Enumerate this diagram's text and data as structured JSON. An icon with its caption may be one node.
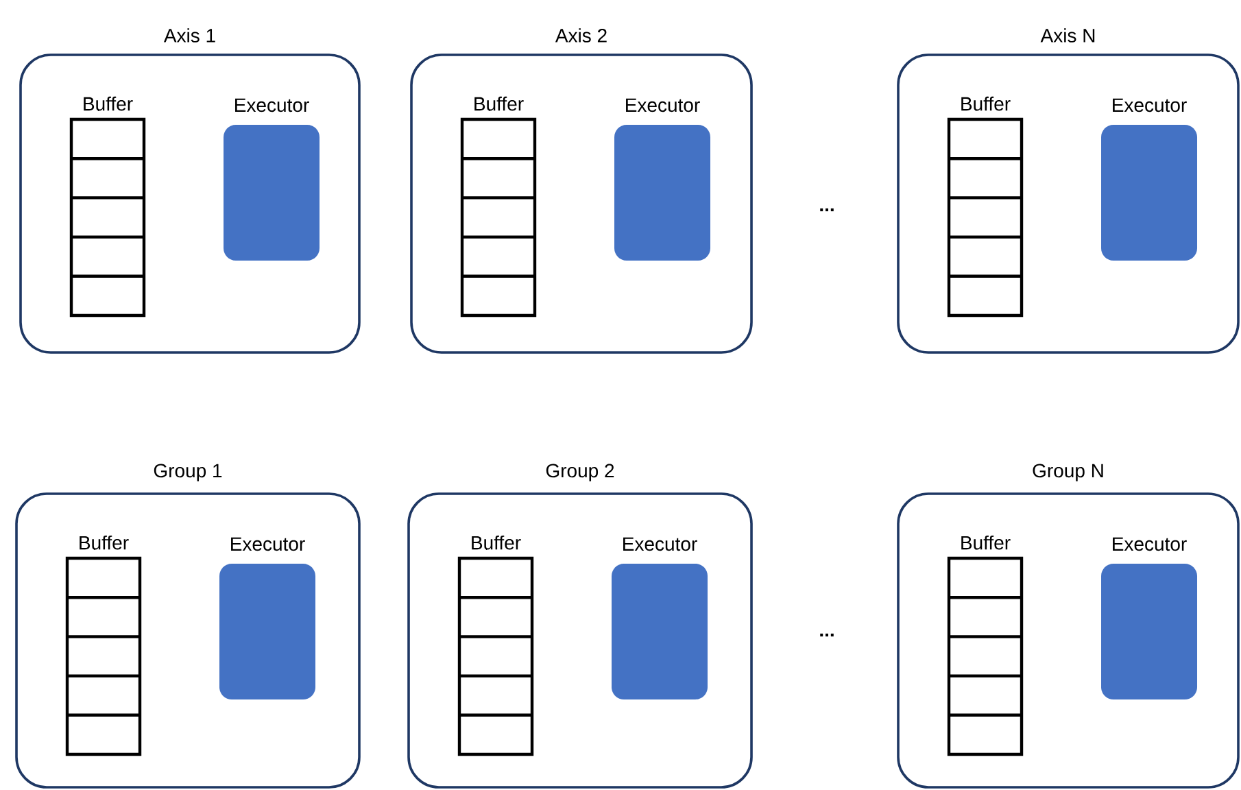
{
  "diagram": {
    "nodes": [
      {
        "text": [
          "Axis 1"
        ]
      },
      {
        "text": [
          "Buffer"
        ],
        "in": 0
      },
      {
        "text": [
          "Executor"
        ],
        "in": 0
      },
      {
        "text": [
          "Axis 2"
        ]
      },
      {
        "text": [
          "Buffer"
        ],
        "in": 3
      },
      {
        "text": [
          "Executor"
        ],
        "in": 3
      },
      {
        "text": [
          "Axis N"
        ]
      },
      {
        "text": [
          "Buffer"
        ],
        "in": 6
      },
      {
        "text": [
          "Executor"
        ],
        "in": 6
      },
      {
        "text": [
          "Group 1"
        ]
      },
      {
        "text": [
          "Buffer"
        ],
        "in": 9
      },
      {
        "text": [
          "Executor"
        ],
        "in": 9
      },
      {
        "text": [
          "Group 2"
        ]
      },
      {
        "text": [
          "Buffer"
        ],
        "in": 12
      },
      {
        "text": [
          "Executor"
        ],
        "in": 12
      },
      {
        "text": [
          "Group N"
        ]
      },
      {
        "text": [
          "Buffer"
        ],
        "in": 15
      },
      {
        "text": [
          "Executor"
        ],
        "in": 15
      }
    ],
    "labels": [
      "...",
      "..."
    ]
  }
}
